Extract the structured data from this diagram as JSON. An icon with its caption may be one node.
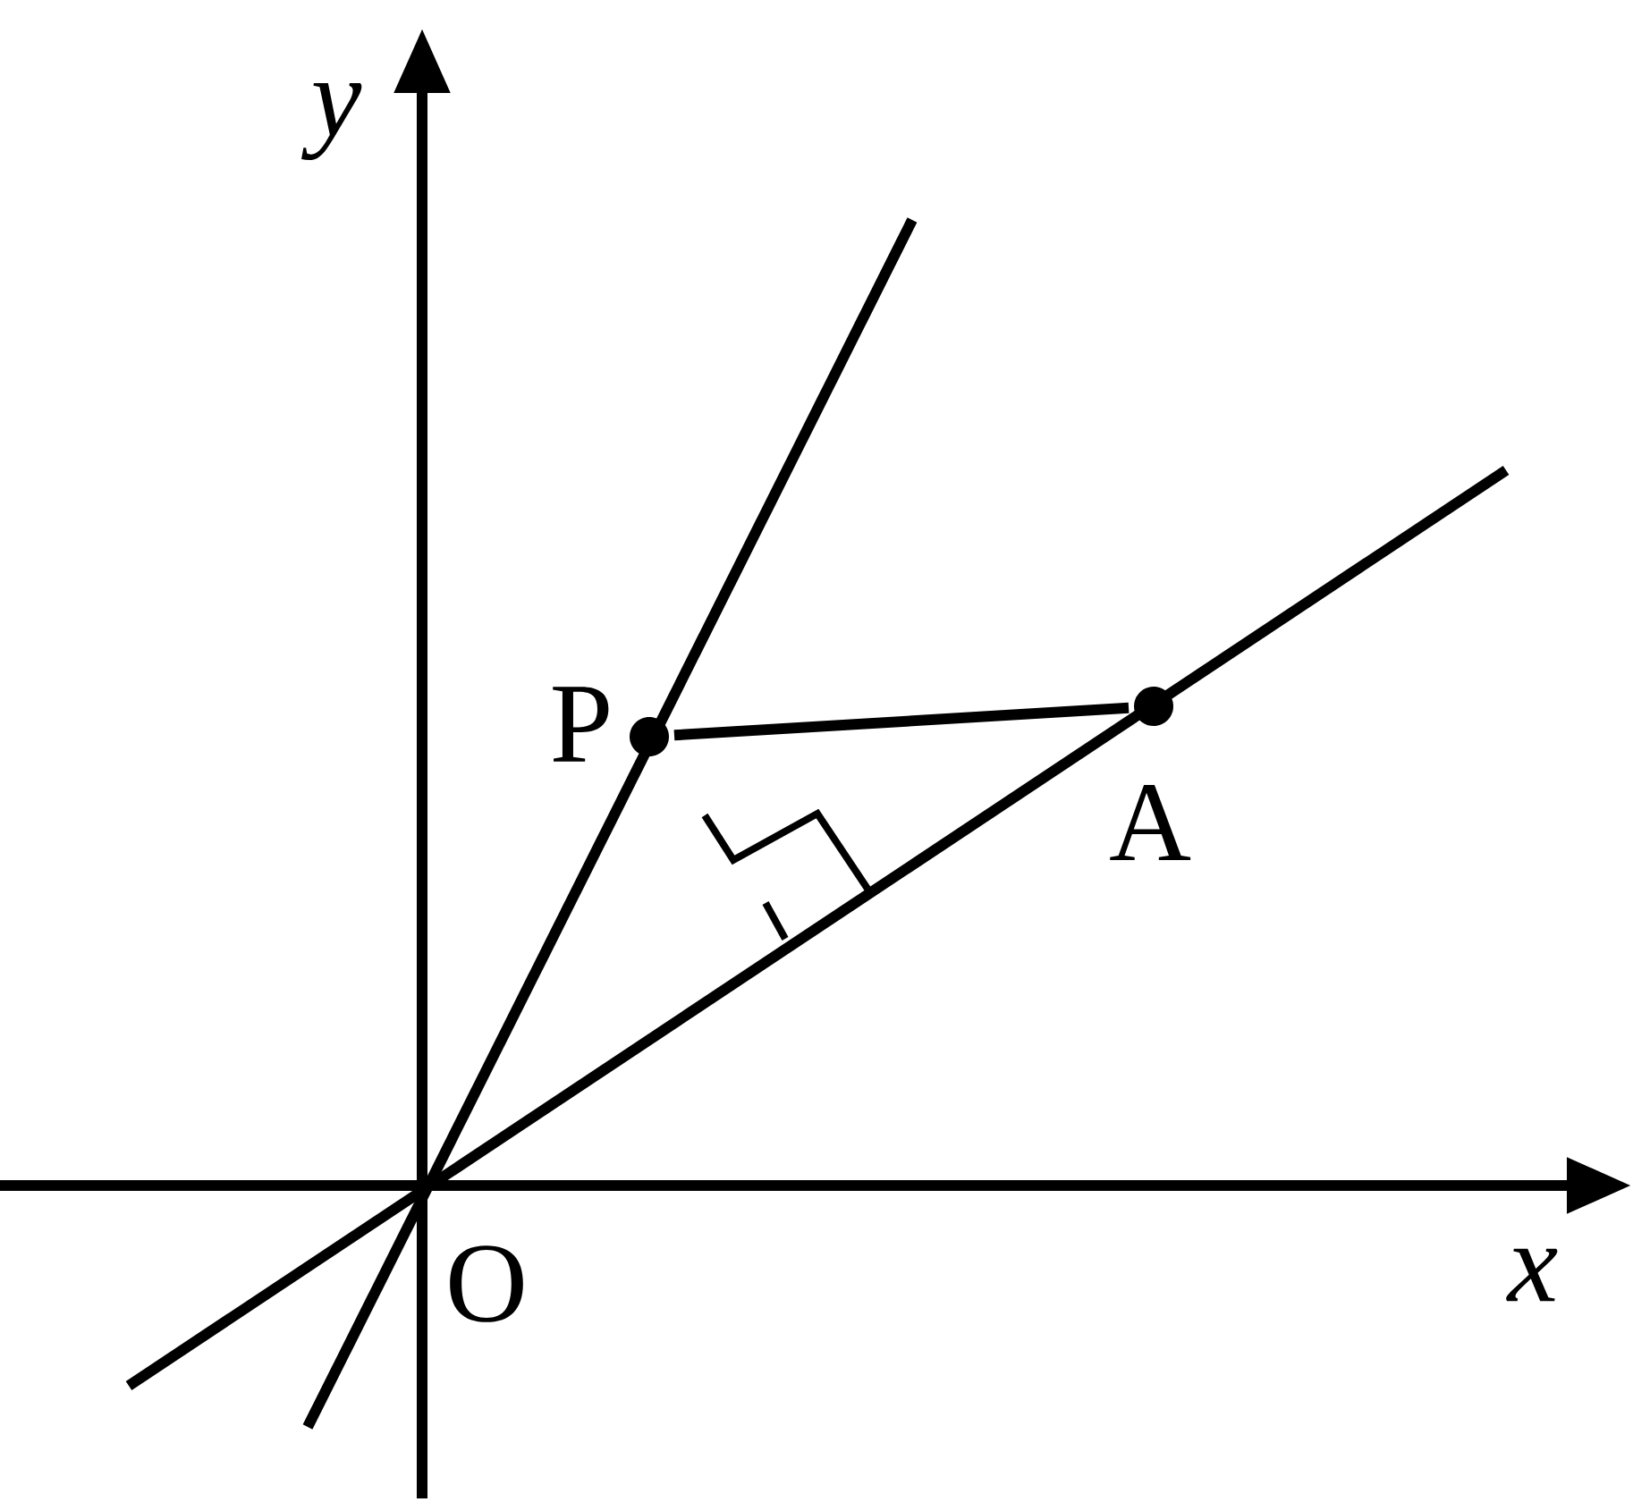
{
  "diagram": {
    "nodes": [
      {
        "text": [],
        "shape": "circle",
        "beside": [
          "P"
        ]
      },
      {
        "text": [],
        "shape": "circle",
        "beside": [
          "A"
        ]
      }
    ],
    "edges": [
      {
        "from": 0,
        "to": 1,
        "arrow": "none"
      }
    ],
    "labels": [
      "y",
      "O",
      "x"
    ]
  }
}
